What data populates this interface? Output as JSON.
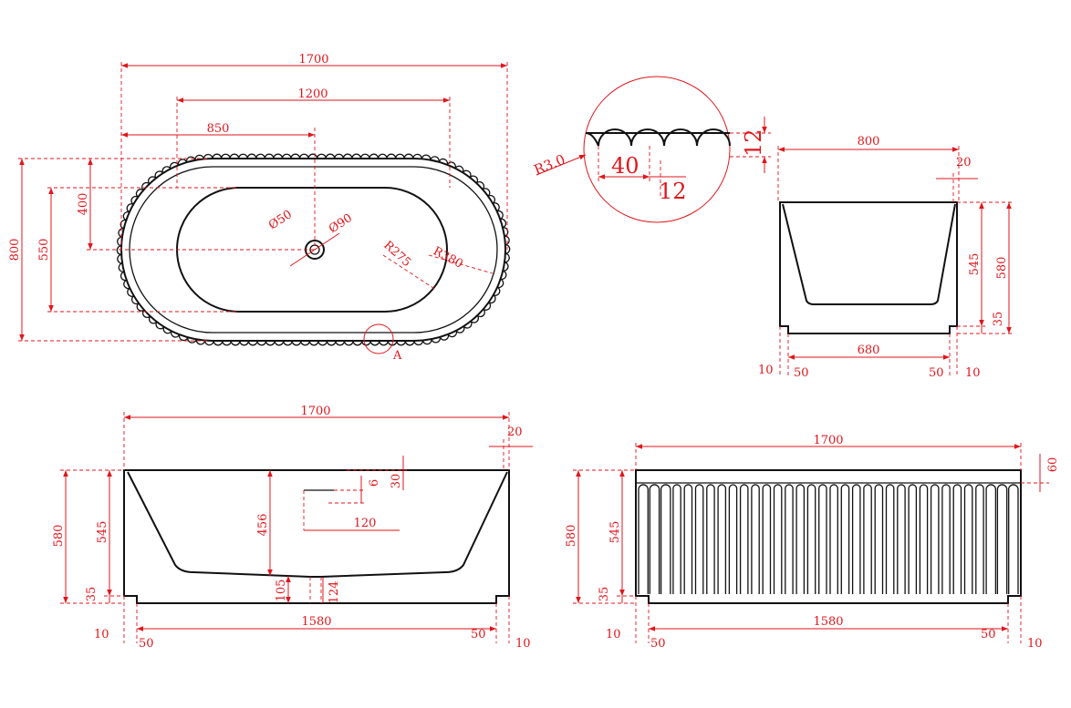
{
  "plan_view": {
    "length": "1700",
    "inner_length": "1200",
    "drain_offset": "850",
    "width": "800",
    "drain_offset_y": "400",
    "inner_width": "550",
    "drain_dia_inner": "Ø50",
    "drain_dia_outer": "Ø90",
    "inner_radius": "R275",
    "outer_radius": "R380",
    "detail_label": "A"
  },
  "detail_a": {
    "radius": "R3.0",
    "pitch": "40",
    "gap": "12",
    "depth": "12"
  },
  "end_view": {
    "width": "800",
    "lip": "20",
    "inner_height": "545",
    "height": "580",
    "plinth": "35",
    "base_width": "680",
    "left_inset_a": "10",
    "left_inset_b": "50",
    "right_inset_a": "50",
    "right_inset_b": "10"
  },
  "side_section": {
    "length": "1700",
    "lip": "20",
    "height": "580",
    "inner_height": "545",
    "plinth": "35",
    "depth_456": "456",
    "overflow_6": "6",
    "overflow_30": "30",
    "overflow_120": "120",
    "drain_105": "105",
    "drain_124": "124",
    "base_length": "1580",
    "left_inset_a": "10",
    "left_inset_b": "50",
    "right_inset_a": "50",
    "right_inset_b": "10"
  },
  "side_elevation": {
    "length": "1700",
    "top_band": "60",
    "height": "580",
    "inner_height": "545",
    "plinth": "35",
    "base_length": "1580",
    "left_inset_a": "10",
    "left_inset_b": "50",
    "right_inset_a": "50",
    "right_inset_b": "10",
    "flute_count": 34
  }
}
